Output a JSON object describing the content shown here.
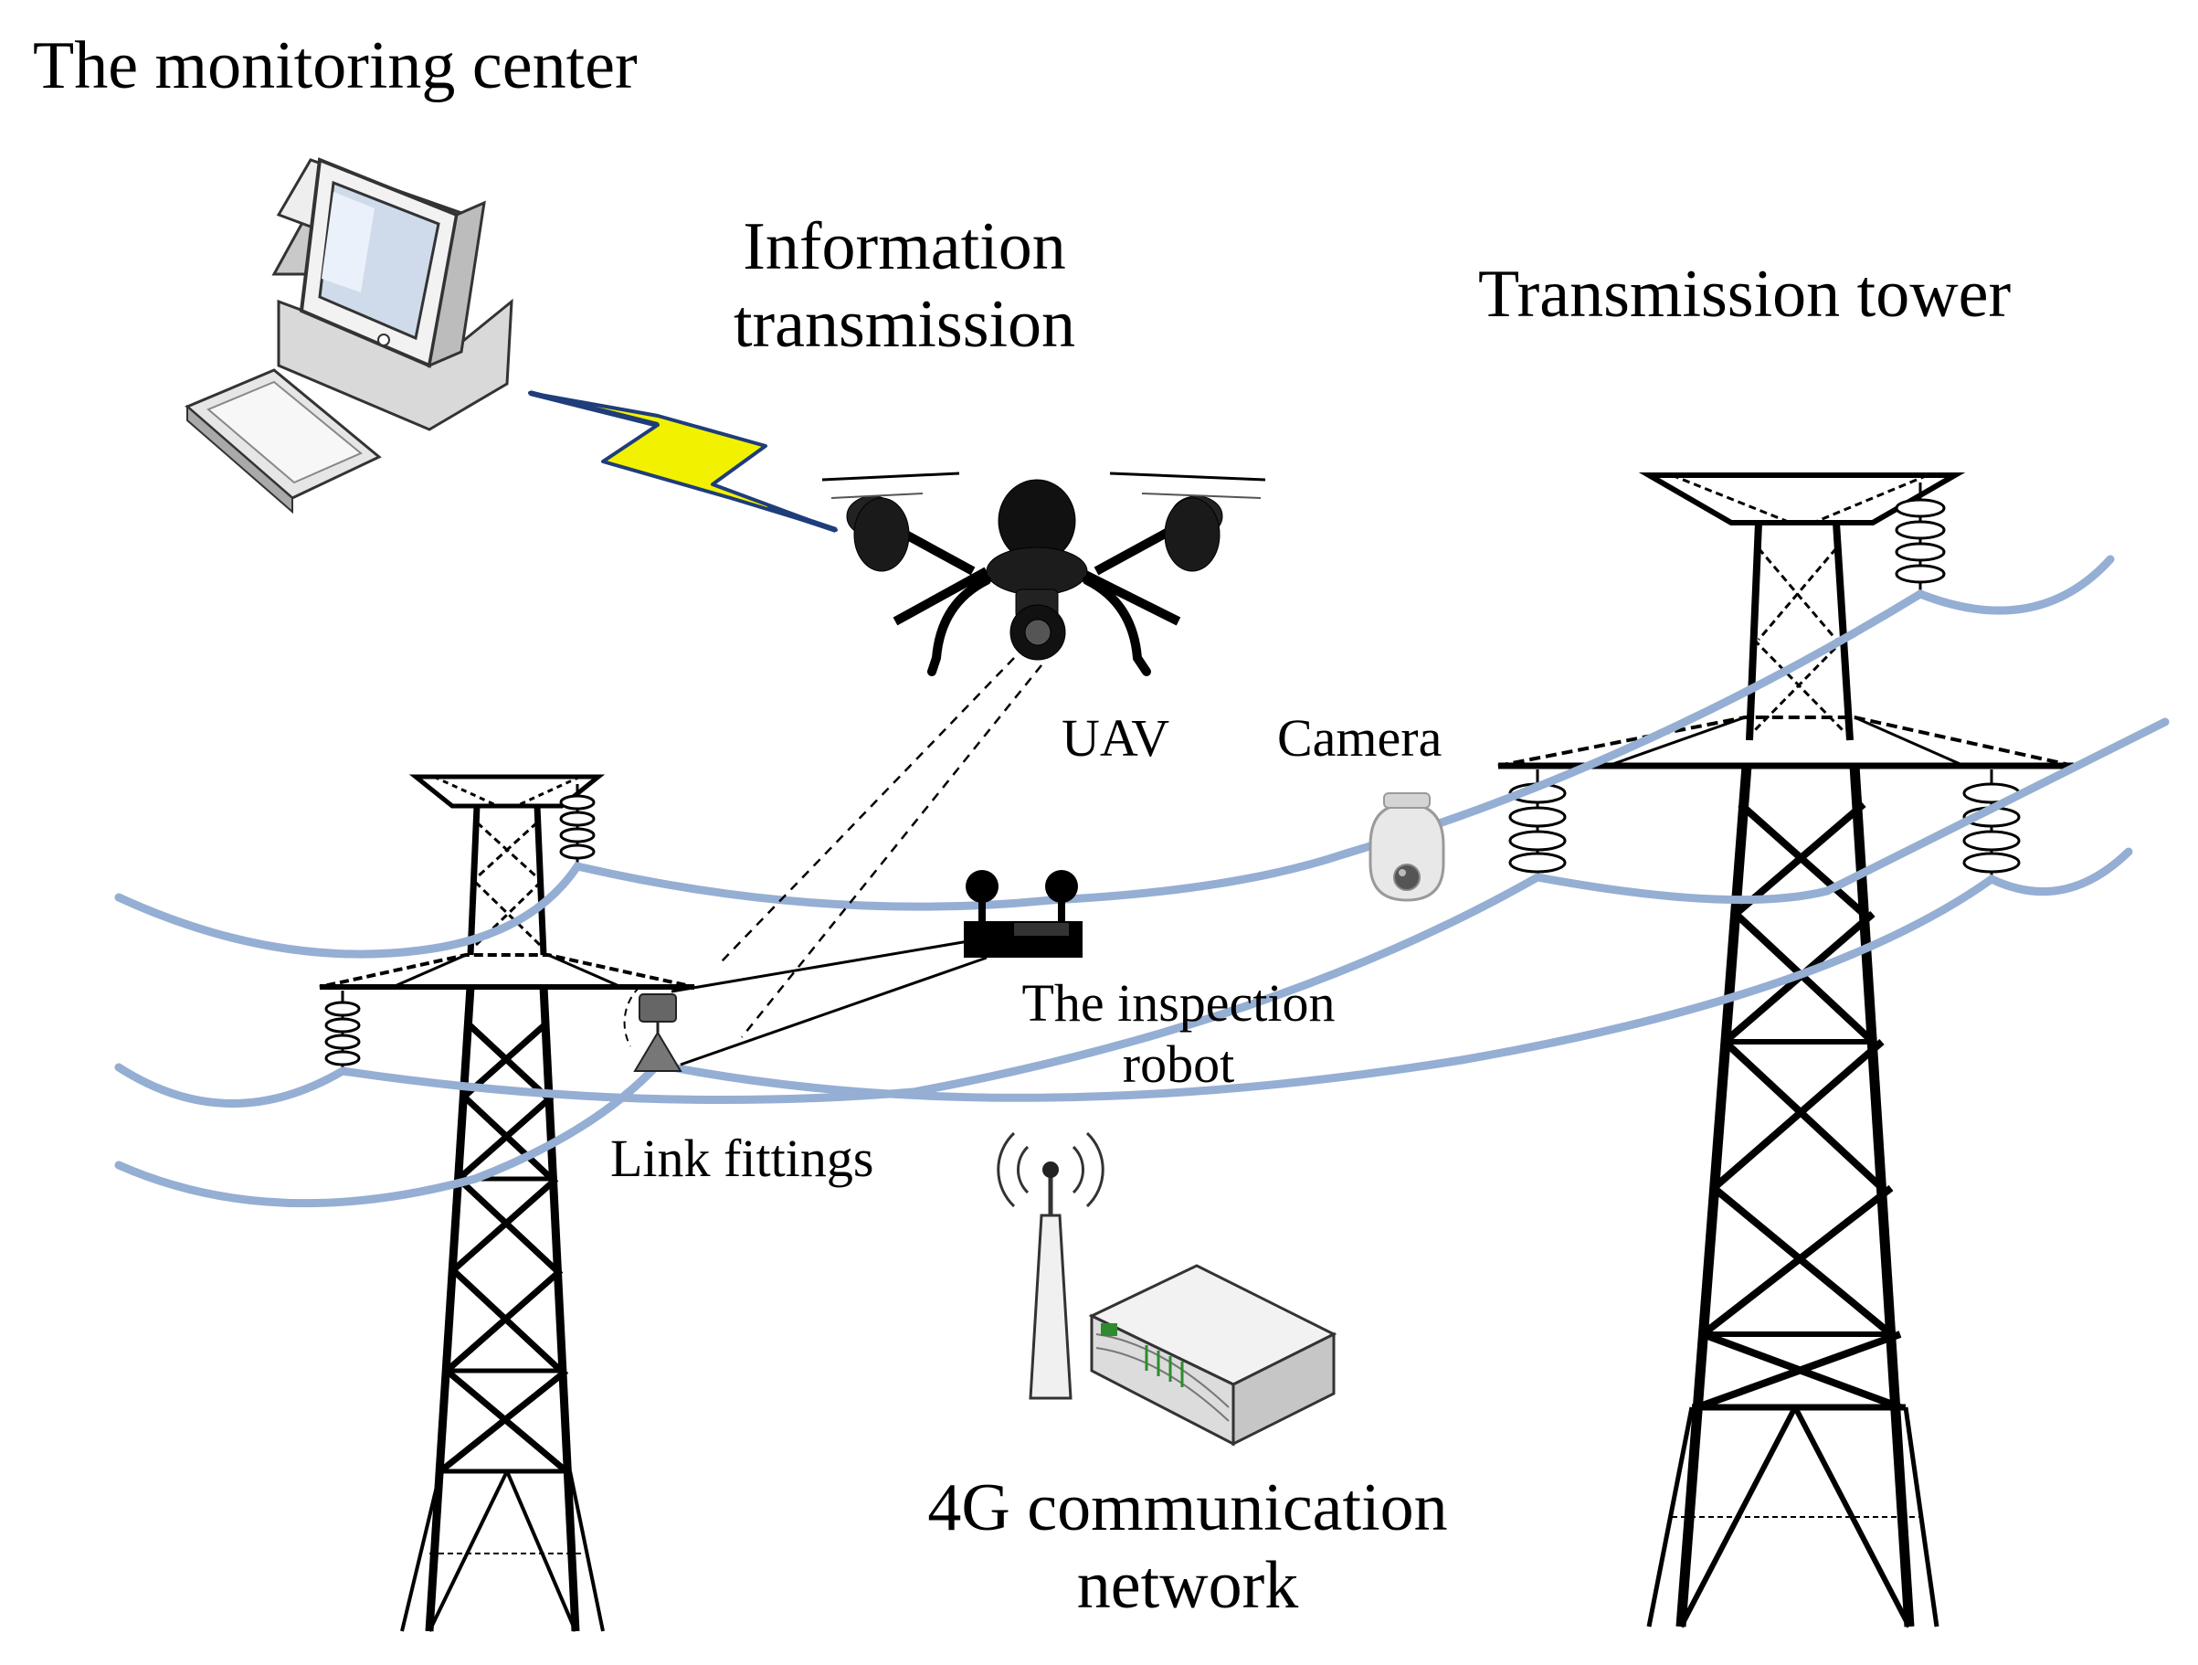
{
  "labels": {
    "monitoring_center": "The monitoring center",
    "info_line1": "Information",
    "info_line2": "transmission",
    "transmission_tower": "Transmission tower",
    "uav": "UAV",
    "camera": "Camera",
    "robot_line1": "The inspection",
    "robot_line2": "robot",
    "link_fittings": "Link fittings",
    "network_line1": "4G communication",
    "network_line2": "network"
  },
  "icons": {
    "computer": "desktop-computer-icon",
    "lightning": "lightning-bolt-icon",
    "uav": "quadcopter-drone-icon",
    "camera": "dome-camera-icon",
    "robot": "inspection-robot-icon",
    "fitting": "link-fitting-icon",
    "network": "wireless-router-icon",
    "tower": "lattice-tower-icon"
  },
  "colors": {
    "power_line": "#95aed3",
    "lightning_fill": "#f2f200",
    "lightning_edge": "#1f3d7a",
    "ink": "#000000"
  }
}
